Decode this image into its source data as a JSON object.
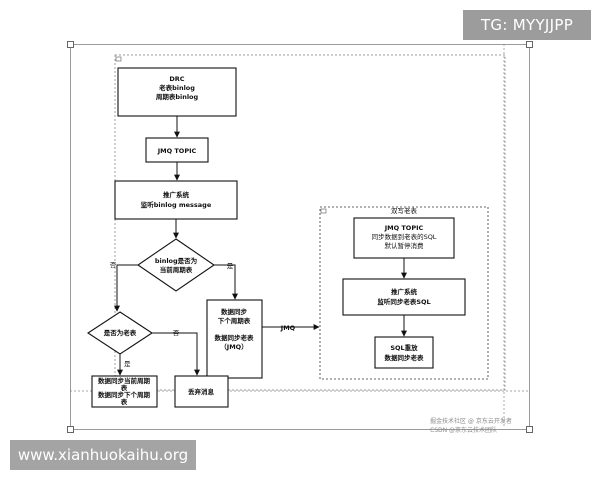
{
  "badges": {
    "top_right": "TG: MYYJJPP",
    "bottom_left": "www.xianhuokaihu.org"
  },
  "watermark": {
    "line1": "掘金技术社区 @ 京东云开发者",
    "line2": "CSDN @京东云技术团队"
  },
  "diagram": {
    "nodes": {
      "drc": [
        "DRC",
        "老表binlog",
        "周期表binlog"
      ],
      "jmq_topic": [
        "JMQ TOPIC"
      ],
      "promo_listen": [
        "推广系统",
        "监听binlog message"
      ],
      "is_current_table": [
        "binlog是否为",
        "当前周期表"
      ],
      "sync_next": [
        "数据同步",
        "下个周期表"
      ],
      "sync_old_jmq": [
        "数据同步老表",
        "（JMQ）"
      ],
      "is_old_table": [
        "是否为老表"
      ],
      "sync_current_next": [
        "数据同步当前周期",
        "表",
        "数据同步下个周期",
        "表"
      ],
      "discard": [
        "丢弃消息"
      ],
      "double_write_group": [
        "双写老表"
      ],
      "jmq_topic_sql": [
        "JMQ TOPIC",
        "同步数据到老表的SQL",
        "默认暂停消费"
      ],
      "promo_listen_sql": [
        "推广系统",
        "监听同步老表SQL"
      ],
      "sql_replay": [
        "SQL重放",
        "数据同步老表"
      ]
    },
    "edge_labels": {
      "no_left": "否",
      "yes_right": "是",
      "yes_down": "是",
      "no_right": "否",
      "jmq": "JMQ"
    }
  },
  "colors": {
    "stroke": "#111111",
    "canvas_border": "#9a9a9a",
    "badge_bg": "#9c9c9c"
  }
}
